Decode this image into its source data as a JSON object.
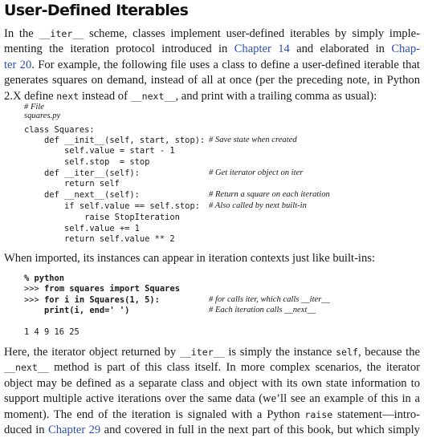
{
  "heading": "User-Defined Iterables",
  "p1": {
    "l1a": "In the ",
    "l1code": "__iter__",
    "l1b": " scheme, classes implement user-defined iterables by simply imple-",
    "l2a": "menting the iteration protocol introduced in ",
    "l2link1": "Chapter 14",
    "l2b": " and elaborated in ",
    "l2link2": "Chap-",
    "l3link": "ter 20",
    "l3a": ". For example, the following file uses a class to define a user-defined iterable that",
    "l4": "generates squares on demand, instead of all at once (per the preceding note, in Python",
    "l5a": "2.X define ",
    "l5code1": "next",
    "l5b": " instead of ",
    "l5code2": "__next__",
    "l5c": ", and print with a trailing comma as usual):"
  },
  "listing1": {
    "file_comment": "# File squares.py",
    "lines": [
      "class Squares:",
      "    def __init__(self, start, stop):",
      "        self.value = start - 1",
      "        self.stop  = stop",
      "    def __iter__(self):",
      "        return self",
      "    def __next__(self):",
      "        if self.value == self.stop:",
      "            raise StopIteration",
      "        self.value += 1",
      "        return self.value ** 2"
    ],
    "comments": [
      "# Save state when created",
      "# Get iterator object on iter",
      "# Return a square on each iteration",
      "# Also called by next built-in"
    ]
  },
  "p2": "When imported, its instances can appear in iteration contexts just like built-ins:",
  "listing2": {
    "prompt": "% python",
    "ps1": ">>>",
    "lines": [
      "from squares import Squares",
      "for i in Squares(1, 5):",
      "    print(i, end=' ')"
    ],
    "comments": [
      "# for calls iter, which calls __iter__",
      "# Each iteration calls __next__"
    ],
    "output": "1 4 9 16 25"
  },
  "p3": {
    "l1a": "Here, the iterator object returned by ",
    "l1code1": "__iter__",
    "l1b": " is simply the instance ",
    "l1code2": "self",
    "l1c": ", because the",
    "l2code": "__next__",
    "l2a": " method is part of this class itself. In more complex scenarios, the iterator",
    "l3": "object may be defined as a separate class and object with its own state information to",
    "l4": "support multiple active iterations over the same data (we’ll see an example of this in a",
    "l5a": "moment). The end of the iteration is signaled with a Python ",
    "l5code": "raise",
    "l5b": " statement—intro-",
    "l6a": "duced in ",
    "l6link": "Chapter 29",
    "l6b": " and covered in full in the next part of this book, but which simply"
  }
}
